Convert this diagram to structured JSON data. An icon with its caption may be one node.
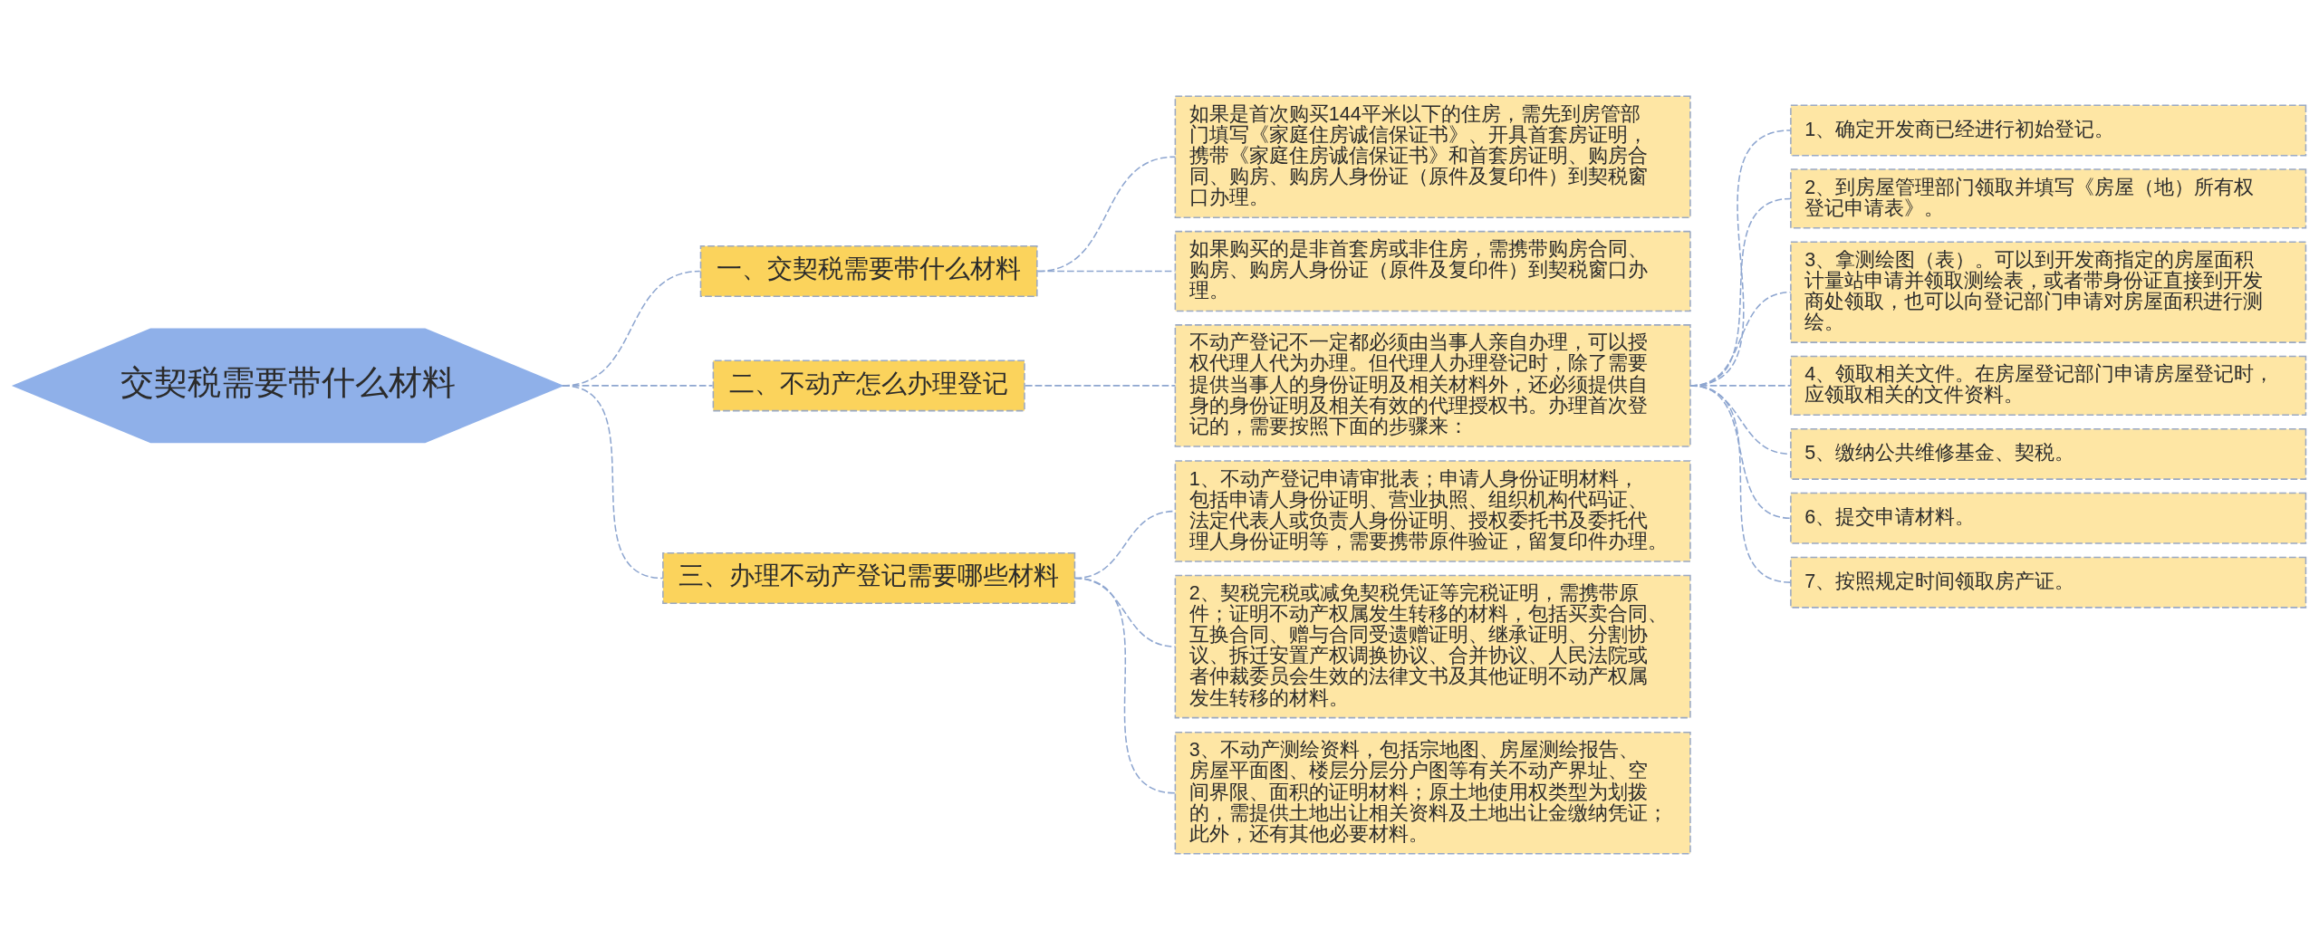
{
  "diagram": {
    "nodes": [
      {
        "text": [
          "交契税需要带什么材料"
        ]
      },
      {
        "text": [
          "一、交契税需要带什么材料"
        ]
      },
      {
        "text": [
          "如果是首次购买144平米以下的住房，需先到房管部门填写《家庭住房诚信保证书》、开具首套房证明，携带《家庭住房诚信保证书》和首套房证明、购房合同、购房、购房人身份证（原件及复印件）到契税窗口办理。"
        ]
      },
      {
        "text": [
          "如果购买的是非首套房或非住房，需携带购房合同、购房、购房人身份证（原件及复印件）到契税窗口办理。"
        ]
      },
      {
        "text": [
          "二、不动产怎么办理登记"
        ]
      },
      {
        "text": [
          "不动产登记不一定都必须由当事人亲自办理，可以授权代理人代为办理。但代理人办理登记时，除了需要提供当事人的身份证明及相关材料外，还必须提供自身的身份证明及相关有效的代理授权书。办理首次登记的，需要按照下面的步骤来："
        ]
      },
      {
        "text": [
          "1、确定开发商已经进行初始登记。"
        ]
      },
      {
        "text": [
          "2、到房屋管理部门领取并填写《房屋（地）所有权登记申请表》。"
        ]
      },
      {
        "text": [
          "3、拿测绘图（表）。可以到开发商指定的房屋面积计量站申请并领取测绘表，或者带身份证直接到开发商处领取，也可以向登记部门申请对房屋面积进行测绘。"
        ]
      },
      {
        "text": [
          "4、领取相关文件。在房屋登记部门申请房屋登记时，应领取相关的文件资料。"
        ]
      },
      {
        "text": [
          "5、缴纳公共维修基金、契税。"
        ]
      },
      {
        "text": [
          "6、提交申请材料。"
        ]
      },
      {
        "text": [
          "7、按照规定时间领取房产证。"
        ]
      },
      {
        "text": [
          "三、办理不动产登记需要哪些材料"
        ]
      },
      {
        "text": [
          "1、不动产登记申请审批表；申请人身份证明材料，包括申请人身份证明、营业执照、组织机构代码证、法定代表人或负责人身份证明、授权委托书及委托代理人身份证明等，需要携带原件验证，留复印件办理。"
        ]
      },
      {
        "text": [
          "2、契税完税或减免契税凭证等完税证明，需携带原件；证明不动产权属发生转移的材料，包括买卖合同、互换合同、赠与合同受遗赠证明、继承证明、分割协议、拆迁安置产权调换协议、合并协议、人民法院或者仲裁委员会生效的法律文书及其他证明不动产权属发生转移的材料。"
        ]
      },
      {
        "text": [
          "3、不动产测绘资料，包括宗地图、房屋测绘报告、房屋平面图、楼层分层分户图等有关不动产界址、空间界限、面积的证明材料；原土地使用权类型为划拨的，需提供土地出让相关资料及土地出让金缴纳凭证；此外，还有其他必要材料。"
        ]
      }
    ],
    "edges": [
      {
        "from": 0,
        "to": 1,
        "arrow": "none",
        "style": "dashed"
      },
      {
        "from": 1,
        "to": 2,
        "arrow": "none",
        "style": "dashed"
      },
      {
        "from": 1,
        "to": 3,
        "arrow": "none",
        "style": "dashed"
      },
      {
        "from": 0,
        "to": 4,
        "arrow": "none",
        "style": "dashed"
      },
      {
        "from": 4,
        "to": 5,
        "arrow": "none",
        "style": "dashed"
      },
      {
        "from": 5,
        "to": 6,
        "arrow": "none",
        "style": "dashed"
      },
      {
        "from": 5,
        "to": 7,
        "arrow": "none",
        "style": "dashed"
      },
      {
        "from": 5,
        "to": 8,
        "arrow": "none",
        "style": "dashed"
      },
      {
        "from": 5,
        "to": 9,
        "arrow": "none",
        "style": "dashed"
      },
      {
        "from": 5,
        "to": 10,
        "arrow": "none",
        "style": "dashed"
      },
      {
        "from": 5,
        "to": 11,
        "arrow": "none",
        "style": "dashed"
      },
      {
        "from": 5,
        "to": 12,
        "arrow": "none",
        "style": "dashed"
      },
      {
        "from": 0,
        "to": 13,
        "arrow": "none",
        "style": "dashed"
      },
      {
        "from": 13,
        "to": 14,
        "arrow": "none",
        "style": "dashed"
      },
      {
        "from": 13,
        "to": 15,
        "arrow": "none",
        "style": "dashed"
      },
      {
        "from": 13,
        "to": 16,
        "arrow": "none",
        "style": "dashed"
      }
    ]
  }
}
